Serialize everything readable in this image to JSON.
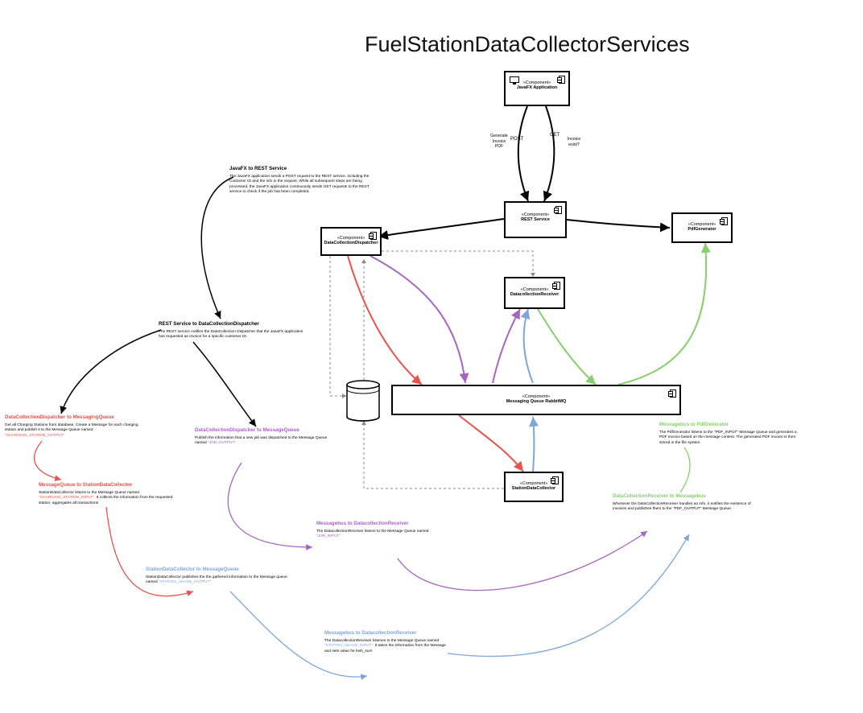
{
  "title": "FuelStationDataCollectorServices",
  "colors": {
    "black": "#000000",
    "red": "#e8534b",
    "purple": "#a566c2",
    "blue": "#7ea6d9",
    "green": "#86cf6b",
    "gray": "#8a8a8a"
  },
  "components": {
    "javafx": {
      "stereotype": "«Component»",
      "name": "JavaFX Application"
    },
    "rest": {
      "stereotype": "«Component»",
      "name": "REST Service"
    },
    "pdf": {
      "stereotype": "«Component»",
      "name": "PdfGenerator"
    },
    "dispatcher": {
      "stereotype": "«Component»",
      "name": "DataCollectionDispatcher"
    },
    "receiver": {
      "stereotype": "«Component»",
      "name": "DatacollectionReceiver"
    },
    "mq": {
      "stereotype": "«Component»",
      "name": "Messaging Queue RabbitMQ"
    },
    "collector": {
      "stereotype": "«Component»",
      "name": "StationDataCollector"
    }
  },
  "edge_labels": {
    "generate": "Generate\nInvoice\nPDF",
    "post": "POST",
    "get": "GET",
    "exist": "Invoice\nexist?"
  },
  "notes": {
    "javafx_rest": {
      "heading": "JavaFX to REST Service",
      "body": "The JavaFX application sends a POST request to the REST service, including the Customer ID and the info in the request. While all subsequent steps are being processed, the JavaFX application continuously sends GET requests to the REST service to check if the job has been completed."
    },
    "rest_dispatcher": {
      "heading": "REST Service to DataCollectionDispatcher",
      "body": "The REST service notifies the DataCollection Dispatcher that the JavaFX application has requested an invoice for a specific customer ID."
    },
    "dispatcher_mq1": {
      "heading": "DataCollectionDispatcher to MessagingQueue",
      "body": "Get all Charging Stations from database. Create a Message for each charging station and publish it to the Message Queue named",
      "queue": "\"CHARGING_STATION_OUTPUT\""
    },
    "dispatcher_mq2": {
      "heading": "DataCollectionDispatcher to MessageQueue",
      "body": "Publish the information that a new job was dispatched to the Message Queue named",
      "queue": "\"JOB_OUTPUT\""
    },
    "mq_collector": {
      "heading": "MessageQueue to StationDataCollector",
      "body1": "StationDataCollector listens to the Message Queue named",
      "queue": "\"CHARGING_STATION_INPUT\"",
      "body2": ". It collects the information from the requested station, aggregates all transactions"
    },
    "collector_mq": {
      "heading": "StationDataCollector to MessageQueue",
      "body": "StationDataCollector publishes the the gathered information to the Message queue named",
      "queue": "\"STATION_USAGE_OUTPUT\""
    },
    "bus_receiver1": {
      "heading": "Messagebus to DatacollectionReceiver",
      "body": "The DatacollectionReceiver listens to the Message Queue named",
      "queue": "\"JOB_INPUT\""
    },
    "bus_receiver2": {
      "heading": "Messagebus to DatacollectionReceiver",
      "body1": "The DatacollectionReceiver listenes to the Message Queue named",
      "queue": "\"STATION_USAGE_INPUT\"",
      "body2": ". It takes the information from the Message and sets value for kwh_sum"
    },
    "bus_pdf": {
      "heading": "Messagebus to PdfGenerator",
      "body": "The PdfGenerator listens to the \"PDF_INPUT\" Message Queue and generates a PDF invoice based on the message content. The generated PDF invoice is then stored in the file system."
    },
    "receiver_bus": {
      "heading": "DataCollectionReceiver to Messagebus",
      "body": "Whenever the DataCollectionReceiver handles an info, it notifies the existence of invoices and publishes them to the \"PDF_OUTPUT\" Message Queue."
    }
  }
}
